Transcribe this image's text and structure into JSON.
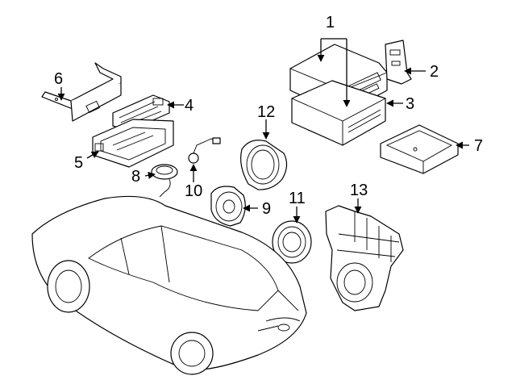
{
  "callouts": {
    "c1": "1",
    "c2": "2",
    "c3": "3",
    "c4": "4",
    "c5": "5",
    "c6": "6",
    "c7": "7",
    "c8": "8",
    "c9": "9",
    "c10": "10",
    "c11": "11",
    "c12": "12",
    "c13": "13"
  },
  "stroke_color": "#000000",
  "background_color": "#ffffff"
}
